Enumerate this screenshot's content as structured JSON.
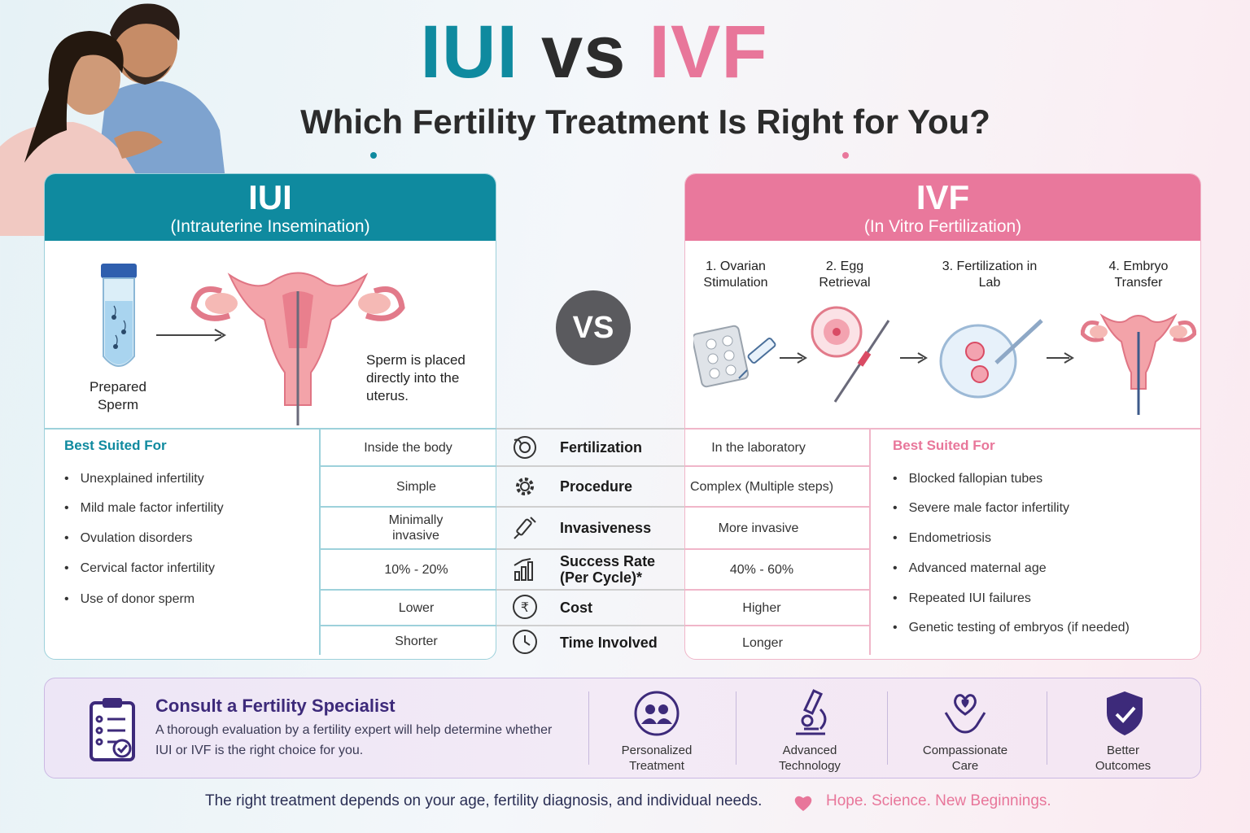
{
  "header": {
    "title_iui": "IUI",
    "title_vs": "vs",
    "title_ivf": "IVF",
    "subtitle": "Which Fertility Treatment Is Right  for You?"
  },
  "iui": {
    "name": "IUI",
    "full_name": "(Intrauterine Insemination)",
    "tube_label": "Prepared Sperm",
    "caption": "Sperm is placed directly into the uterus.",
    "best_suited_title": "Best Suited For",
    "best_suited": [
      "Unexplained infertility",
      "Mild male factor infertility",
      "Ovulation disorders",
      "Cervical  factor infertility",
      "Use of donor sperm"
    ]
  },
  "ivf": {
    "name": "IVF",
    "full_name": "(In Vitro Fertilization)",
    "steps": [
      "1. Ovarian Stimulation",
      "2. Egg Retrieval",
      "3. Fertilization in Lab",
      "4. Embryo Transfer"
    ],
    "best_suited_title": "Best Suited For",
    "best_suited": [
      "Blocked fallopian tubes",
      "Severe male factor infertility",
      "Endometriosis",
      "Advanced maternal age",
      "Repeated IUI failures",
      "Genetic testing of embryos (if needed)"
    ]
  },
  "vs_label": "VS",
  "comparison": [
    {
      "criterion": "Fertilization",
      "icon": "fertilization-icon",
      "iui": "Inside the body",
      "ivf": "In the laboratory"
    },
    {
      "criterion": "Procedure",
      "icon": "gear-icon",
      "iui": "Simple",
      "ivf": "Complex (Multiple steps)"
    },
    {
      "criterion": "Invasiveness",
      "icon": "syringe-icon",
      "iui": "Minimally invasive",
      "ivf": "More invasive"
    },
    {
      "criterion": "Success Rate (Per Cycle)*",
      "icon": "bar-chart-icon",
      "iui": "10% - 20%",
      "ivf": "40% - 60%"
    },
    {
      "criterion": "Cost",
      "icon": "rupee-icon",
      "iui": "Lower",
      "ivf": "Higher"
    },
    {
      "criterion": "Time Involved",
      "icon": "clock-icon",
      "iui": "Shorter",
      "ivf": "Longer"
    }
  ],
  "consult": {
    "title": "Consult a Fertility Specialist",
    "text": "A thorough evaluation by a fertility expert will help determine whether IUI or IVF is the right choice for you.",
    "features": [
      {
        "label": "Personalized Treatment",
        "icon": "people-icon"
      },
      {
        "label": "Advanced Technology",
        "icon": "microscope-icon"
      },
      {
        "label": "Compassionate Care",
        "icon": "heart-hands-icon"
      },
      {
        "label": "Better Outcomes",
        "icon": "shield-check-icon"
      }
    ]
  },
  "footer": {
    "note": "The right treatment depends on your age, fertility diagnosis, and individual needs.",
    "tagline": "Hope. Science. New Beginnings."
  },
  "colors": {
    "iui": "#0f8a9f",
    "ivf": "#e9789c",
    "accent_purple": "#3d2a7a"
  }
}
